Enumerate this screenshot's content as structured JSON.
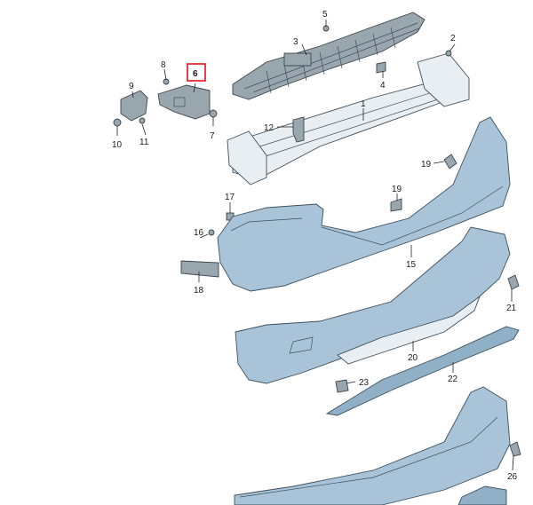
{
  "callouts": {
    "c1": "1",
    "c2": "2",
    "c3": "3",
    "c4": "4",
    "c5": "5",
    "c6": "6",
    "c7": "7",
    "c8": "8",
    "c9": "9",
    "c10": "10",
    "c11": "11",
    "c12": "12",
    "c15": "15",
    "c16": "16",
    "c17": "17",
    "c18": "18",
    "c19a": "19",
    "c19b": "19",
    "c20": "20",
    "c21": "21",
    "c22": "22",
    "c23": "23",
    "c26": "26"
  },
  "highlighted_callout": "6",
  "colors": {
    "part": "#a9c4d8",
    "highlight": "#e0121b"
  }
}
